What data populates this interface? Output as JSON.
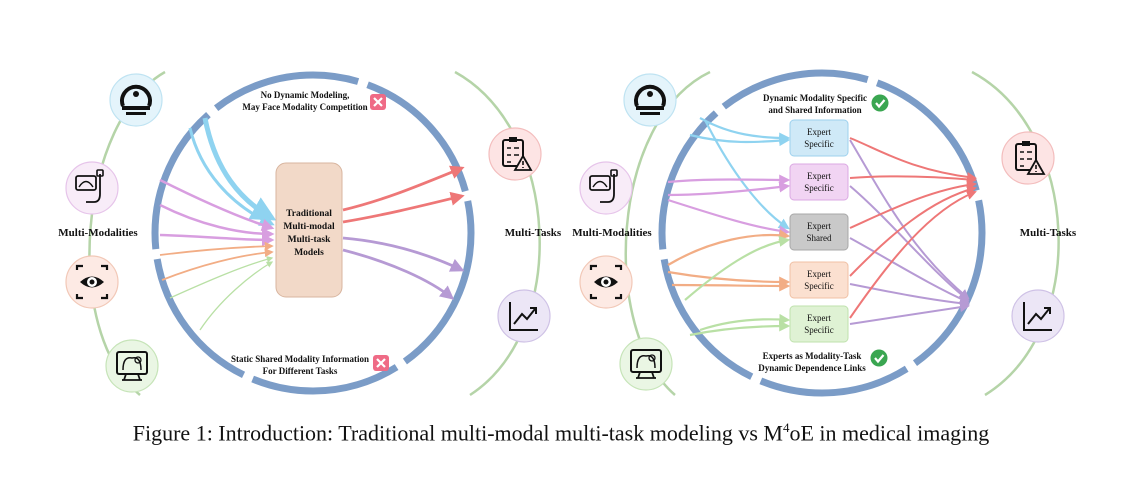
{
  "left_panel": {
    "modalities_label": "Multi-Modalities",
    "tasks_label": "Multi-Tasks",
    "top_note_line1": "No Dynamic Modeling,",
    "top_note_line2": "May Face Modality Competition",
    "bottom_note_line1": "Static Shared Modality Information",
    "bottom_note_line2": "For Different Tasks",
    "model_line1": "Traditional",
    "model_line2": "Multi-modal",
    "model_line3": "Multi-task",
    "model_line4": "Models"
  },
  "right_panel": {
    "modalities_label": "Multi-Modalities",
    "tasks_label": "Multi-Tasks",
    "top_note_line1": "Dynamic Modality Specific",
    "top_note_line2": "and Shared Information",
    "bottom_note_line1": "Experts as Modality-Task",
    "bottom_note_line2": "Dynamic Dependence Links",
    "experts": [
      {
        "line1": "Expert",
        "line2": "Specific"
      },
      {
        "line1": "Expert",
        "line2": "Specific"
      },
      {
        "line1": "Expert",
        "line2": "Shared"
      },
      {
        "line1": "Expert",
        "line2": "Specific"
      },
      {
        "line1": "Expert",
        "line2": "Specific"
      }
    ]
  },
  "caption": {
    "prefix": "Figure 1: Introduction: Traditional multi-modal multi-task modeling vs M",
    "superscript": "4",
    "suffix": "oE in medical imaging"
  },
  "colors": {
    "ring": "#7b9cc7",
    "outer_arc": "#b5d4a8",
    "blue": "#8fd3f0",
    "purple": "#d89ee0",
    "orange": "#f2ad85",
    "green": "#b9e0a5",
    "red": "#ee7777",
    "violet": "#b69ad4",
    "cross": "#ef6b86",
    "check": "#3aa651"
  },
  "icons": {
    "modalities": [
      "ct-scanner-icon",
      "ultrasound-icon",
      "eye-scan-icon",
      "xray-monitor-icon"
    ],
    "tasks": [
      "clipboard-warning-icon",
      "trend-chart-icon"
    ],
    "left_status": "cross-icon",
    "right_status": "check-icon"
  }
}
